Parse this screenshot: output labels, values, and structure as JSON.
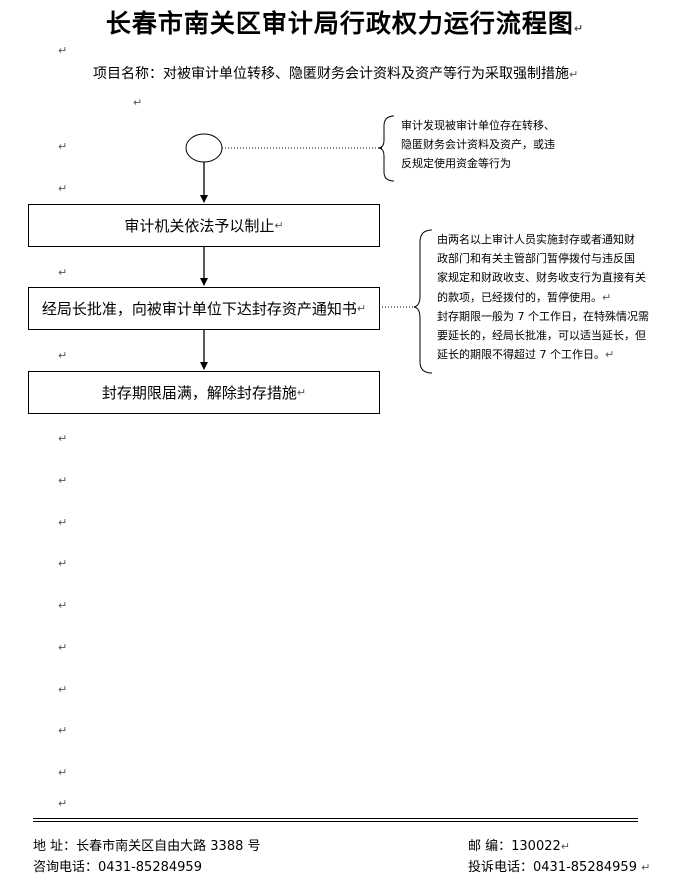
{
  "title": "长春市南关区审计局行政权力运行流程图",
  "paragraph_mark": "↵",
  "project": {
    "label": "项目名称：",
    "name": "对被审计单位转移、隐匿财务会计资料及资产等行为采取强制措施"
  },
  "flow": {
    "start_note": [
      "审计发现被审计单位存在转移、",
      "隐匿财务会计资料及资产，或违",
      "反规定使用资金等行为"
    ],
    "steps": [
      "审计机关依法予以制止",
      "经局长批准，向被审计单位下达封存资产通知书",
      "封存期限届满，解除封存措施"
    ],
    "step2_note": [
      "由两名以上审计人员实施封存或者通知财",
      "政部门和有关主管部门暂停拨付与违反国",
      "家规定和财政收支、财务收支行为直接有关",
      "的款项，已经拨付的，暂停使用。",
      "封存期限一般为 7 个工作日，在特殊情况需",
      "要延长的，经局长批准，可以适当延长，但",
      "延长的期限不得超过 7 个工作日。"
    ]
  },
  "footer": {
    "address_label": "地    址：",
    "address": "长春市南关区自由大路 3388 号",
    "postcode_label": "邮    编：",
    "postcode": "130022",
    "consult_label": "咨询电话：",
    "consult_phone": "0431-85284959",
    "complaint_label": "投诉电话：",
    "complaint_phone": "0431-85284959"
  }
}
